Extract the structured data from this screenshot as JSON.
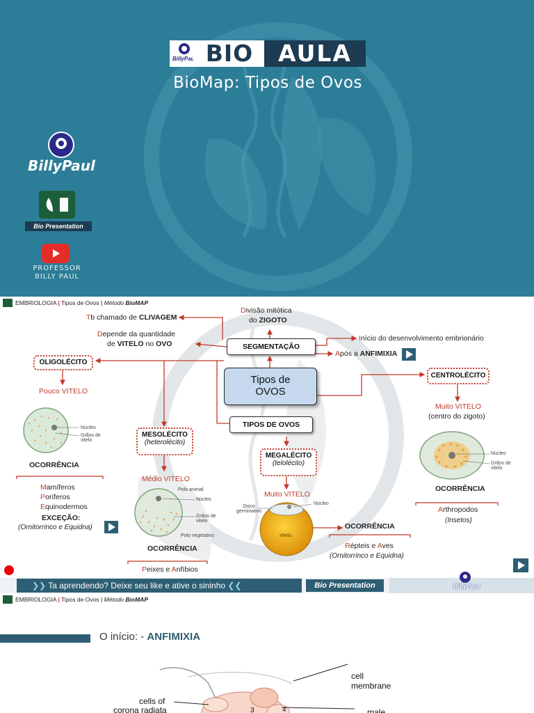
{
  "slide1": {
    "brand_bio": "BIO",
    "brand_aula": "AULA",
    "brand_mini": "BillyPaul",
    "title": "BioMap: Tipos de Ovos",
    "billy_paul_logo_text": "BillyPaul",
    "bio_presentation_text": "Bio Presentation",
    "professor_line1": "PROFESSOR",
    "professor_line2": "BILLY PAUL",
    "colors": {
      "background": "#2c7d98",
      "brand_dark": "#1d3b52"
    }
  },
  "slide2": {
    "header": {
      "part1": "EMBRIOLOGIA",
      "sep1": "|",
      "part2": "Tipos de Ovos",
      "sep2": "|",
      "part3_prefix": "Método",
      "part3_bold": "BioMAP"
    },
    "center_title_line1": "Tipos de",
    "center_title_line2": "OVOS",
    "segmentacao": "SEGMENTAÇÃO",
    "tipos_de_ovos": "TIPOS DE OVOS",
    "divisao_first": "D",
    "divisao_rest": "ivisão mitótica",
    "divisao_do": "do",
    "divisao_zigoto": "ZIGOTO",
    "tb_first": "T",
    "tb_rest": "b chamado de",
    "tb_bold": "CLIVAGEM",
    "depende_first": "D",
    "depende_rest": "epende da quantidade",
    "depende_de": "de",
    "depende_vitelo": "VITELO",
    "depende_no": "no",
    "depende_ovo": "OVO",
    "inicio_first": "I",
    "inicio_rest": "nício do desenvolvimento embrionário",
    "apos_first": "A",
    "apos_rest": "pós a",
    "apos_bold": "ANFIMIXIA",
    "oligolecito": "OLIGOLÉCITO",
    "oligo_vitelo": "Pouco VITELO",
    "nucleo": "Núcleo",
    "graos": "Grãos de vitelo",
    "ocorrencia": "OCORRÊNCIA",
    "oligo_items": [
      {
        "first": "M",
        "rest": "amíferos"
      },
      {
        "first": "P",
        "rest": "oríferos"
      },
      {
        "first": "E",
        "rest": "quinodermos"
      }
    ],
    "excecao": "EXCEÇÃO:",
    "excecao_detail": "(Ornitorrinco e Equidna)",
    "mesolecito": "MESOLÉCITO",
    "mesolecito_sub": "(heterolécito)",
    "meso_vitelo": "Médio VITELO",
    "polo_animal": "Polo animal",
    "polo_vegetativo": "Polo vegetativo",
    "meso_occ_first1": "P",
    "meso_occ_rest1": "eixes e",
    "meso_occ_first2": "A",
    "meso_occ_rest2": "nfíbios",
    "megalecito": "MEGALÉCITO",
    "megalecito_sub": "(telolécito)",
    "mega_vitelo": "Muito VITELO",
    "disco": "Disco germinativo",
    "vitelo_label": "Vitelo",
    "mega_occ_first1": "R",
    "mega_occ_rest1": "épteis e",
    "mega_occ_first2": "A",
    "mega_occ_rest2": "ves",
    "mega_occ_detail": "(Ornitorrinco e Equidna)",
    "centrolecito": "CENTROLÉCITO",
    "centro_vitelo": "Muito VITELO",
    "centro_sub": "(centro do zigoto)",
    "centro_occ_first": "A",
    "centro_occ_rest": "rthropodos",
    "centro_occ_detail": "(Insetos)",
    "footer_banner": "Ta aprendendo? Deixe seu like e ative o sininho",
    "footer_bio": "Bio",
    "footer_presentation": "Presentation",
    "footer_logo": "BillyPaul",
    "colors": {
      "accent_red": "#c0392b",
      "node_blue": "#c5d8ee",
      "footer_dark": "#2e5e73"
    }
  },
  "slide3": {
    "header": {
      "part1": "EMBRIOLOGIA",
      "sep1": "|",
      "part2": "Tipos de Ovos",
      "sep2": "|",
      "part3_prefix": "Método",
      "part3_bold": "BioMAP"
    },
    "title_prefix": "O início: -",
    "title_bold": "ANFIMIXIA",
    "labels": {
      "cell": "cell",
      "membrane": "membrane",
      "cells_of": "cells of",
      "corona_radiata": "corona radiata",
      "male": "male",
      "n3": "3",
      "n4": "4"
    }
  }
}
